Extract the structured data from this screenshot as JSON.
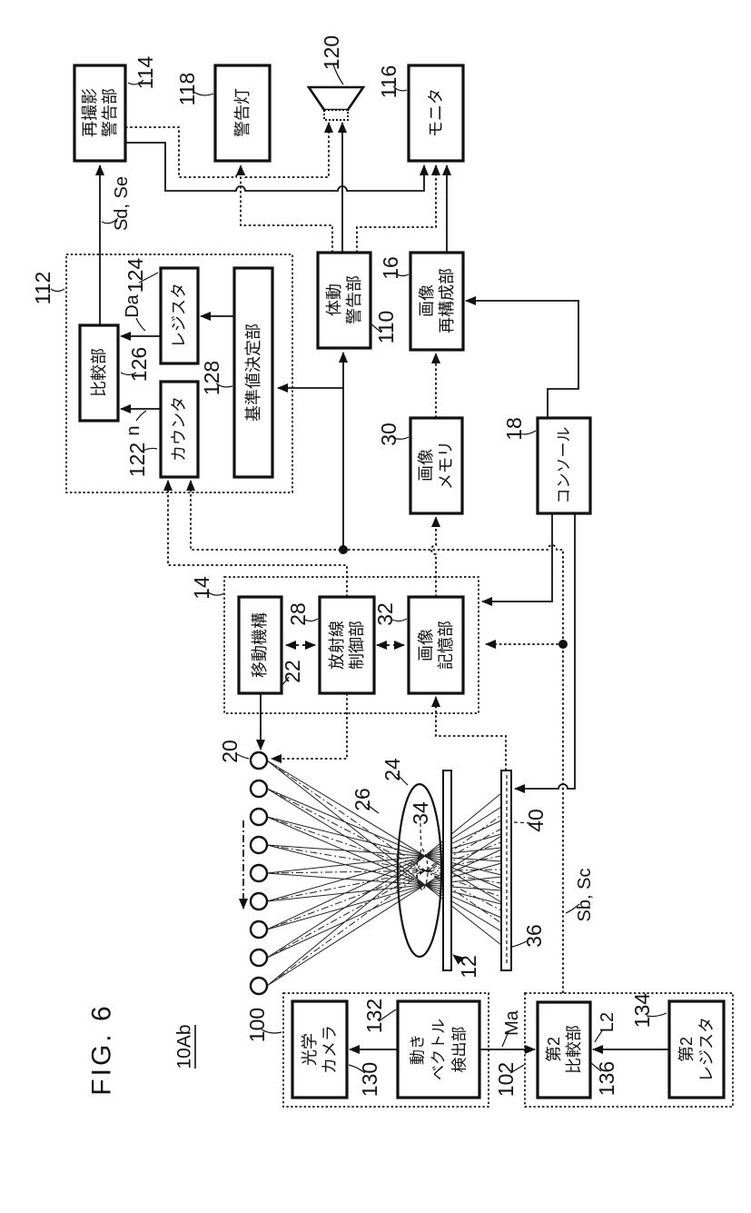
{
  "figure": {
    "title": "FIG. 6",
    "system_label": "10Ab"
  },
  "signals": {
    "sd_se": "Sd, Se",
    "sb_sc": "Sb, Sc",
    "da": "Da",
    "n": "n",
    "ma": "Ma",
    "l2": "L2"
  },
  "nodes": {
    "reshoot_warning": {
      "lines": [
        "再撮影",
        "警告部"
      ],
      "ref": "114"
    },
    "warning_lamp": {
      "lines": [
        "警告灯"
      ],
      "ref": "118"
    },
    "speaker": {
      "ref": "120"
    },
    "monitor": {
      "lines": [
        "モニタ"
      ],
      "ref": "116"
    },
    "processing_group": {
      "ref": "112"
    },
    "comparator": {
      "lines": [
        "比較部"
      ],
      "ref": "126"
    },
    "register": {
      "lines": [
        "レジスタ"
      ],
      "ref": "124"
    },
    "counter": {
      "lines": [
        "カウンタ"
      ],
      "ref": "122"
    },
    "reference_determiner": {
      "lines": [
        "基準値決定部"
      ],
      "ref": "128"
    },
    "body_motion_warning": {
      "lines": [
        "体動",
        "警告部"
      ],
      "ref": "110"
    },
    "image_reconstruction": {
      "lines": [
        "画像",
        "再構成部"
      ],
      "ref": "16"
    },
    "image_memory": {
      "lines": [
        "画像",
        "メモリ"
      ],
      "ref": "30"
    },
    "console": {
      "lines": [
        "コンソール"
      ],
      "ref": "18"
    },
    "control_group": {
      "ref": "14"
    },
    "moving_mechanism": {
      "lines": [
        "移動機構"
      ],
      "ref": "22"
    },
    "radiation_control": {
      "lines": [
        "放射線",
        "制御部"
      ],
      "ref": "28"
    },
    "image_storage": {
      "lines": [
        "画像",
        "記憶部"
      ],
      "ref": "32"
    },
    "radiation_sources": {
      "ref": "20"
    },
    "beams": {
      "ref": "26"
    },
    "subject": {
      "ref": "24"
    },
    "roi": {
      "ref": "34"
    },
    "table_plate": {
      "ref": "12"
    },
    "detector": {
      "ref": "36"
    },
    "detection_plane": {
      "ref": "40"
    },
    "camera_group": {
      "ref": "100"
    },
    "optical_camera": {
      "lines": [
        "光学",
        "カメラ"
      ],
      "ref": "130"
    },
    "motion_vector_detector": {
      "lines": [
        "動き",
        "ベクトル",
        "検出部"
      ],
      "ref": "132"
    },
    "second_group": {
      "ref": "102"
    },
    "second_comparator": {
      "lines": [
        "第2",
        "比較部"
      ],
      "ref": "136"
    },
    "second_register": {
      "lines": [
        "第2",
        "レジスタ"
      ],
      "ref": "134"
    }
  }
}
